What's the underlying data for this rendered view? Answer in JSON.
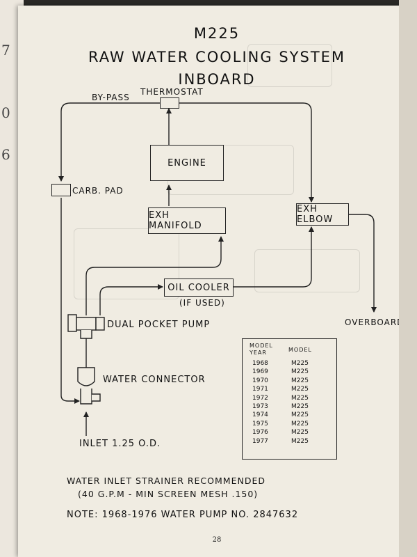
{
  "diagram": {
    "model": "M225",
    "title": "RAW WATER COOLING SYSTEM",
    "subtitle": "INBOARD",
    "labels": {
      "bypass": "BY-PASS",
      "thermostat": "THERMOSTAT",
      "engine": "ENGINE",
      "carb_pad": "CARB. PAD",
      "exh_manifold": "EXH MANIFOLD",
      "exh_elbow": "EXH ELBOW",
      "oil_cooler": "OIL COOLER",
      "if_used": "(IF USED)",
      "pump": "DUAL POCKET PUMP",
      "overboard": "OVERBOARD",
      "connector": "WATER CONNECTOR",
      "inlet": "INLET 1.25 O.D."
    },
    "table": {
      "header_year": "MODEL YEAR",
      "header_model": "MODEL",
      "rows": [
        {
          "year": "1968",
          "model": "M225"
        },
        {
          "year": "1969",
          "model": "M225"
        },
        {
          "year": "1970",
          "model": "M225"
        },
        {
          "year": "1971",
          "model": "M225"
        },
        {
          "year": "1972",
          "model": "M225"
        },
        {
          "year": "1973",
          "model": "M225"
        },
        {
          "year": "1974",
          "model": "M225"
        },
        {
          "year": "1975",
          "model": "M225"
        },
        {
          "year": "1976",
          "model": "M225"
        },
        {
          "year": "1977",
          "model": "M225"
        }
      ]
    },
    "notes": {
      "strainer": "WATER INLET STRAINER RECOMMENDED",
      "strainer_spec": "(40 G.P.M - MIN SCREEN MESH .150)",
      "pump_note": "NOTE: 1968-1976 WATER PUMP NO. 2847632"
    },
    "page_number": "28"
  }
}
